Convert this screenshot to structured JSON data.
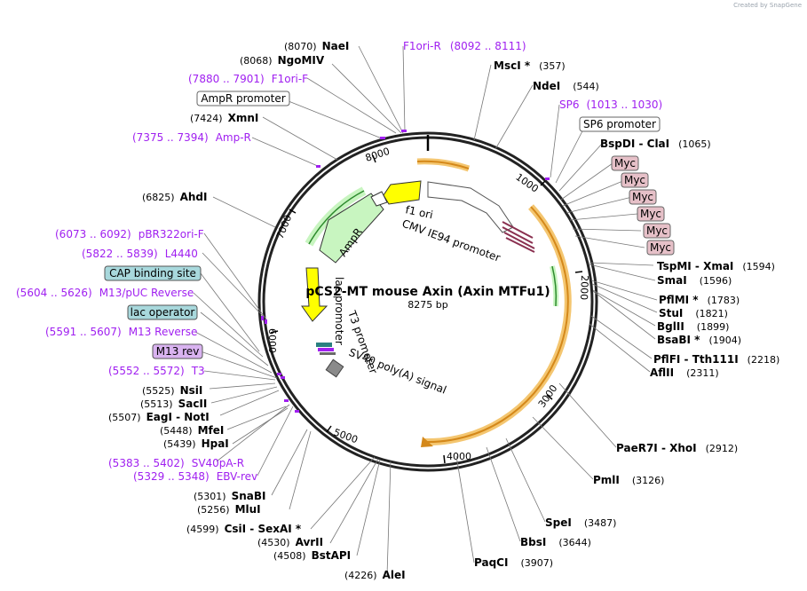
{
  "credit": "Created by SnapGene",
  "map": {
    "title": "pCS2-MT mouse Axin (Axin MTFu1)",
    "length_label": "8275 bp",
    "total_bp": 8275
  },
  "ticks": [
    "1000",
    "2000",
    "3000",
    "4000",
    "5000",
    "6000",
    "7000",
    "8000"
  ],
  "enzymes": [
    {
      "name": "NaeI",
      "pos": "(8070)"
    },
    {
      "name": "NgoMIV",
      "pos": "(8068)"
    },
    {
      "name": "XmnI",
      "pos": "(7424)"
    },
    {
      "name": "AhdI",
      "pos": "(6825)"
    },
    {
      "name": "MscI *",
      "pos": "(357)"
    },
    {
      "name": "NdeI",
      "pos": "(544)"
    },
    {
      "name": "BspDI - ClaI",
      "pos": "(1065)"
    },
    {
      "name": "TspMI - XmaI",
      "pos": "(1594)"
    },
    {
      "name": "SmaI",
      "pos": "(1596)"
    },
    {
      "name": "PflMI *",
      "pos": "(1783)"
    },
    {
      "name": "StuI",
      "pos": "(1821)"
    },
    {
      "name": "BglII",
      "pos": "(1899)"
    },
    {
      "name": "BsaBI *",
      "pos": "(1904)"
    },
    {
      "name": "PflFI - Tth111I",
      "pos": "(2218)"
    },
    {
      "name": "AflII",
      "pos": "(2311)"
    },
    {
      "name": "PaeR7I - XhoI",
      "pos": "(2912)"
    },
    {
      "name": "PmlI",
      "pos": "(3126)"
    },
    {
      "name": "SpeI",
      "pos": "(3487)"
    },
    {
      "name": "BbsI",
      "pos": "(3644)"
    },
    {
      "name": "PaqCI",
      "pos": "(3907)"
    },
    {
      "name": "AleI",
      "pos": "(4226)"
    },
    {
      "name": "BstAPI",
      "pos": "(4508)"
    },
    {
      "name": "AvrII",
      "pos": "(4530)"
    },
    {
      "name": "CsiI - SexAI *",
      "pos": "(4599)"
    },
    {
      "name": "MluI",
      "pos": "(5256)"
    },
    {
      "name": "SnaBI",
      "pos": "(5301)"
    },
    {
      "name": "HpaI",
      "pos": "(5439)"
    },
    {
      "name": "MfeI",
      "pos": "(5448)"
    },
    {
      "name": "EagI - NotI",
      "pos": "(5507)"
    },
    {
      "name": "SacII",
      "pos": "(5513)"
    },
    {
      "name": "NsiI",
      "pos": "(5525)"
    }
  ],
  "primers": [
    {
      "name": "F1ori-R",
      "range": "(8092 .. 8111)"
    },
    {
      "name": "F1ori-F",
      "range": "(7880 .. 7901)"
    },
    {
      "name": "Amp-R",
      "range": "(7375 .. 7394)"
    },
    {
      "name": "SP6",
      "range": "(1013 .. 1030)"
    },
    {
      "name": "pBR322ori-F",
      "range": "(6073 .. 6092)"
    },
    {
      "name": "L4440",
      "range": "(5822 .. 5839)"
    },
    {
      "name": "M13/pUC Reverse",
      "range": "(5604 .. 5626)"
    },
    {
      "name": "M13 Reverse",
      "range": "(5591 .. 5607)"
    },
    {
      "name": "T3",
      "range": "(5552 .. 5572)"
    },
    {
      "name": "SV40pA-R",
      "range": "(5383 .. 5402)"
    },
    {
      "name": "EBV-rev",
      "range": "(5329 .. 5348)"
    }
  ],
  "boxed_features": [
    {
      "name": "AmpR promoter",
      "style": "white"
    },
    {
      "name": "SP6 promoter",
      "style": "white"
    },
    {
      "name": "CAP binding site",
      "style": "teal"
    },
    {
      "name": "lac operator",
      "style": "teal"
    },
    {
      "name": "M13 rev",
      "style": "purple"
    },
    {
      "name": "Myc",
      "style": "pink"
    },
    {
      "name": "Myc",
      "style": "pink"
    },
    {
      "name": "Myc",
      "style": "pink"
    },
    {
      "name": "Myc",
      "style": "pink"
    },
    {
      "name": "Myc",
      "style": "pink"
    },
    {
      "name": "Myc",
      "style": "pink"
    }
  ],
  "inner_labels": {
    "f1_ori": "f1 ori",
    "cmv": "CMV IE94 promoter",
    "ampr": "AmpR",
    "lac_promoter": "lac promoter",
    "t3_promoter": "T3 promoter",
    "sv40": "SV40 poly(A) signal"
  },
  "colors": {
    "primer": "#a020f0",
    "ampr_green": "#c8f5c0",
    "f1ori_yellow": "#ffff00",
    "orf_orange": "#f0a020",
    "myc_pink": "#e6c0c8",
    "teal_box": "#a8d8dc",
    "m13_box": "#d9b3f0"
  }
}
